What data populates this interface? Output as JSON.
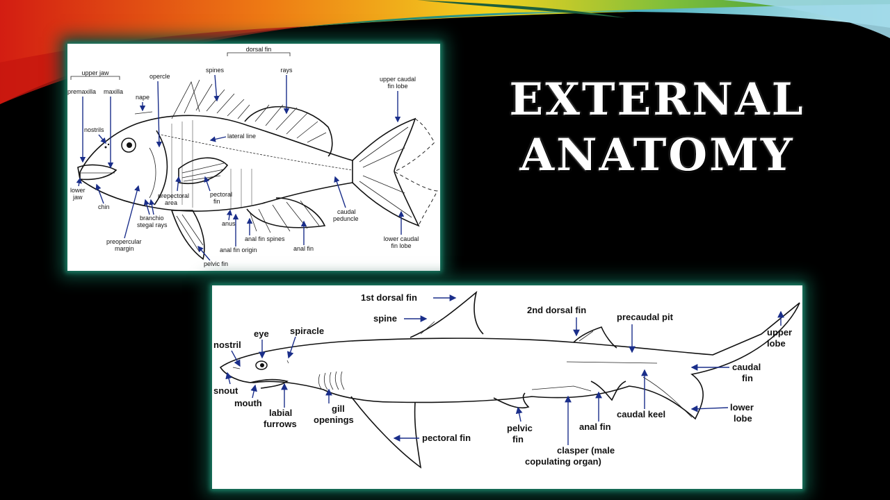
{
  "slide": {
    "title_line1": "External",
    "title_line2": "Anatomy"
  },
  "fish": {
    "labels": {
      "dorsal_fin": "dorsal fin",
      "spines": "spines",
      "rays": "rays",
      "upper_jaw": "upper jaw",
      "premaxilla": "premaxilla",
      "maxilla": "maxilla",
      "opercle": "opercle",
      "nape": "nape",
      "nostrils": "nostrils",
      "lateral_line": "lateral line",
      "upper_caudal_fin_lobe_1": "upper caudal",
      "upper_caudal_fin_lobe_2": "fin lobe",
      "lower_jaw_1": "lower",
      "lower_jaw_2": "jaw",
      "chin": "chin",
      "prepectoral_area_1": "prepectoral",
      "prepectoral_area_2": "area",
      "pectoral_fin_1": "pectoral",
      "pectoral_fin_2": "fin",
      "caudal_peduncle_1": "caudal",
      "caudal_peduncle_2": "peduncle",
      "branchiostegal_rays_1": "branchio",
      "branchiostegal_rays_2": "stegal rays",
      "anus": "anus",
      "anal_fin_spines": "anal fin spines",
      "lower_caudal_fin_lobe_1": "lower caudal",
      "lower_caudal_fin_lobe_2": "fin lobe",
      "preopercular_margin_1": "preopercular",
      "preopercular_margin_2": "margin",
      "anal_fin_origin": "anal fin origin",
      "anal_fin": "anal fin",
      "pelvic_fin": "pelvic fin"
    }
  },
  "shark": {
    "labels": {
      "first_dorsal_fin": "1st dorsal fin",
      "spine": "spine",
      "second_dorsal_fin": "2nd dorsal fin",
      "precaudal_pit": "precaudal pit",
      "upper_lobe_1": "upper",
      "upper_lobe_2": "lobe",
      "eye": "eye",
      "spiracle": "spiracle",
      "nostril": "nostril",
      "caudal_fin_1": "caudal",
      "caudal_fin_2": "fin",
      "snout": "snout",
      "mouth": "mouth",
      "labial_furrows_1": "labial",
      "labial_furrows_2": "furrows",
      "gill_openings_1": "gill",
      "gill_openings_2": "openings",
      "lower_lobe_1": "lower",
      "lower_lobe_2": "lobe",
      "caudal_keel": "caudal keel",
      "anal_fin": "anal fin",
      "pelvic_fin_1": "pelvic",
      "pelvic_fin_2": "fin",
      "pectoral_fin": "pectoral fin",
      "clasper_1": "clasper (male",
      "clasper_2": "copulating organ)"
    }
  },
  "colors": {
    "background": "#000000",
    "panel_glow": "#1a7a63",
    "arrow": "#1a2e8a",
    "title": "#ffffff"
  }
}
